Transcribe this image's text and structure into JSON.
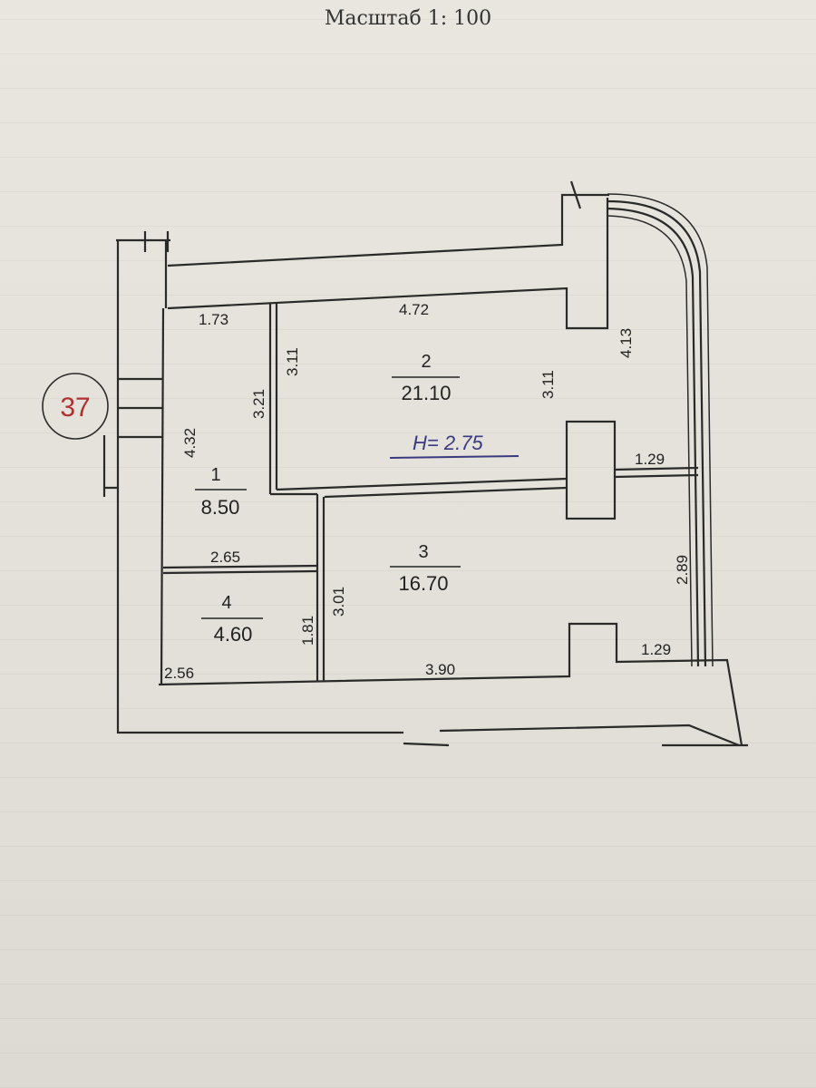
{
  "title": "Масштаб 1: 100",
  "apartment_number": "37",
  "ceiling_height": "H= 2.75",
  "rooms": [
    {
      "number": "1",
      "area": "8.50"
    },
    {
      "number": "2",
      "area": "21.10"
    },
    {
      "number": "3",
      "area": "16.70"
    },
    {
      "number": "4",
      "area": "4.60"
    }
  ],
  "dimensions": {
    "room1_top": "1.73",
    "room1_left": "4.32",
    "room1_right": "3.21",
    "room2_top": "4.72",
    "room2_left": "3.11",
    "room2_right": "3.11",
    "balcony_top": "4.13",
    "balcony_mid": "1.29",
    "balcony_side": "2.89",
    "balcony_bottom": "1.29",
    "room4_top": "2.65",
    "room4_bottom": "2.56",
    "room4_right": "1.81",
    "room3_left": "3.01",
    "room3_bottom": "3.90"
  },
  "colors": {
    "ink": "#2a2a2a",
    "marker_red": "#b03030",
    "pen_blue": "#3a3a80"
  }
}
